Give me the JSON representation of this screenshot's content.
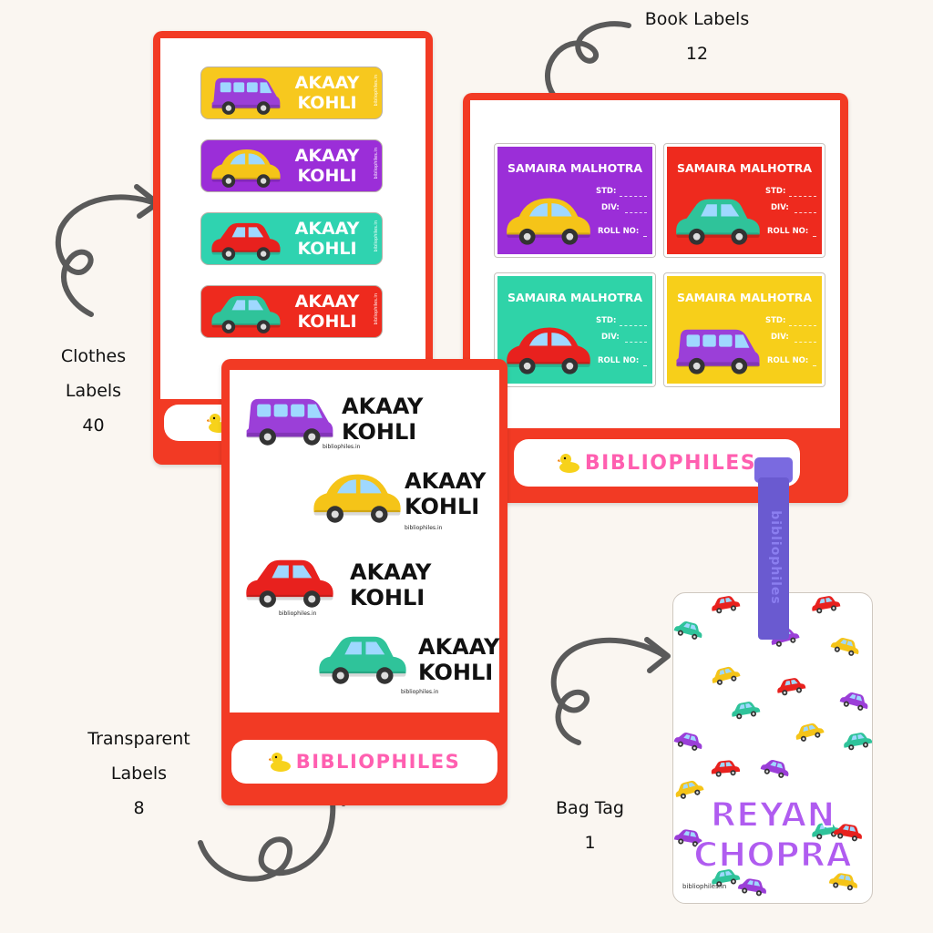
{
  "captions": {
    "book": {
      "title": "Book Labels",
      "count": "12"
    },
    "clothes": {
      "title_line1": "Clothes",
      "title_line2": "Labels",
      "count": "40"
    },
    "transparent": {
      "title_line1": "Transparent",
      "title_line2": "Labels",
      "count": "8"
    },
    "bagtag": {
      "title": "Bag Tag",
      "count": "1"
    }
  },
  "brand": {
    "name": "BIBLIOPHILES",
    "website": "bibliophiles.in",
    "logo_icon": "duck-icon"
  },
  "clothes_labels": [
    {
      "line1": "AKAAY",
      "line2": "KOHLI",
      "bg": "#f7c81e",
      "car_color": "#9b3fd8"
    },
    {
      "line1": "AKAAY",
      "line2": "KOHLI",
      "bg": "#9b2ed8",
      "car_color": "#f5c418"
    },
    {
      "line1": "AKAAY",
      "line2": "KOHLI",
      "bg": "#2fd3b0",
      "car_color": "#e8211e"
    },
    {
      "line1": "AKAAY",
      "line2": "KOHLI",
      "bg": "#ee2a1e",
      "car_color": "#2fc39a"
    }
  ],
  "book_labels": {
    "name": "SAMAIRA MALHOTRA",
    "fields": [
      "STD:",
      "DIV:",
      "ROLL NO:"
    ],
    "items": [
      {
        "bg": "#9b2ed8",
        "car_color": "#f5c418"
      },
      {
        "bg": "#ee2a1e",
        "car_color": "#2fc39a"
      },
      {
        "bg": "#2fd3a8",
        "car_color": "#e8211e"
      },
      {
        "bg": "#f7cf1a",
        "car_color": "#9b3fd8"
      }
    ]
  },
  "transparent_labels": [
    {
      "line1": "AKAAY",
      "line2": "KOHLI",
      "car_color": "#9b3fd8"
    },
    {
      "line1": "AKAAY",
      "line2": "KOHLI",
      "car_color": "#f5c418"
    },
    {
      "line1": "AKAAY",
      "line2": "KOHLI",
      "car_color": "#e8211e"
    },
    {
      "line1": "AKAAY",
      "line2": "KOHLI",
      "car_color": "#2fc39a"
    }
  ],
  "bag_tag": {
    "line1": "REYAN",
    "line2": "CHOPRA",
    "strap_text": "bibliophiles",
    "name_color": "#b05cf0"
  },
  "colors": {
    "frame_red": "#f23a24",
    "brand_pink": "#ff5fb0",
    "arrow_gray": "#5a5a5a",
    "strap_purple": "#6a5ad0"
  }
}
